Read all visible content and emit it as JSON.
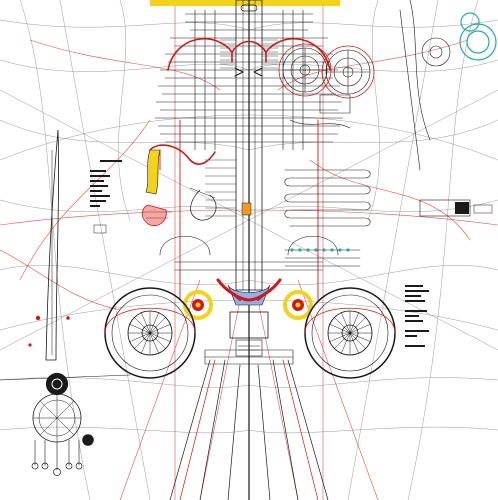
{
  "artwork": {
    "kind": "technical-figure-drawing",
    "colors": {
      "background": "#ffffff",
      "line_black": "#1a1a1a",
      "line_grey": "#8a8a8a",
      "line_red": "#d01818",
      "accent_yellow": "#f3d21a",
      "accent_orange": "#f29a1f",
      "accent_teal": "#2aa7a7",
      "accent_blue": "#5a86d6",
      "accent_pink": "#f1a8a8"
    },
    "icons": [
      "spine-column",
      "rib-cage",
      "pelvis",
      "hip-joint",
      "wheel",
      "horn-spike",
      "gear-assembly",
      "bellows",
      "target-rings",
      "dagger-blade"
    ]
  }
}
